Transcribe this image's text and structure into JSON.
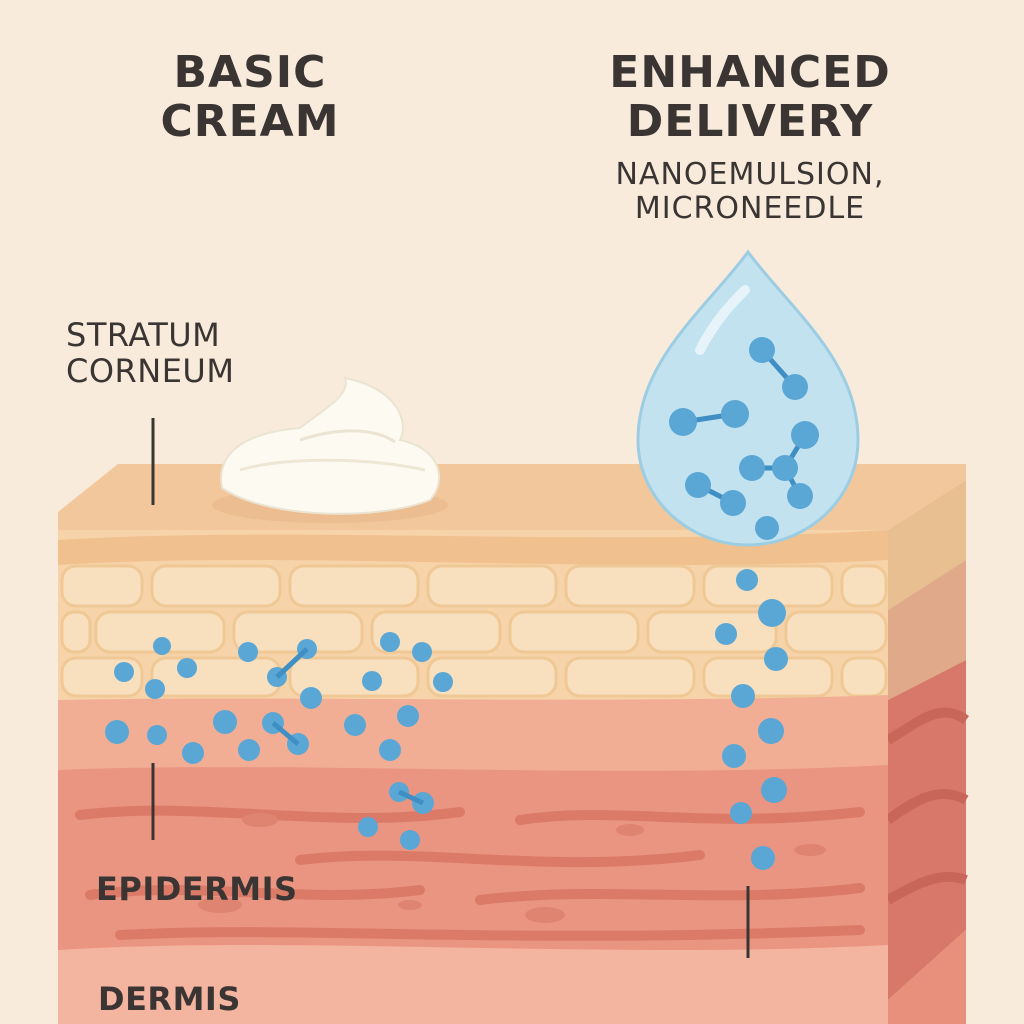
{
  "left_column": {
    "title_line1": "BASIC",
    "title_line2": "CREAM"
  },
  "right_column": {
    "title_line1": "ENHANCED",
    "title_line2": "DELIVERY",
    "subtitle_line1": "NANOEMULSION,",
    "subtitle_line2": "MICRONEEDLE"
  },
  "layers": {
    "stratum_corneum_line1": "STRATUM",
    "stratum_corneum_line2": "CORNEUM",
    "epidermis": "EPIDERMIS",
    "dermis": "DERMIS"
  },
  "colors": {
    "background": "#f8ebdc",
    "stratum_corneum": "#f5d2a8",
    "epidermis": "#f0aa90",
    "dermis": "#ea8e7a",
    "particle": "#5aa7d6",
    "droplet": "#bfe0ee",
    "cream": "#fbf7ee"
  },
  "icons": {
    "cream": "cream-dollop-icon",
    "droplet": "nanoemulsion-droplet-icon",
    "particle": "particle-icon"
  }
}
